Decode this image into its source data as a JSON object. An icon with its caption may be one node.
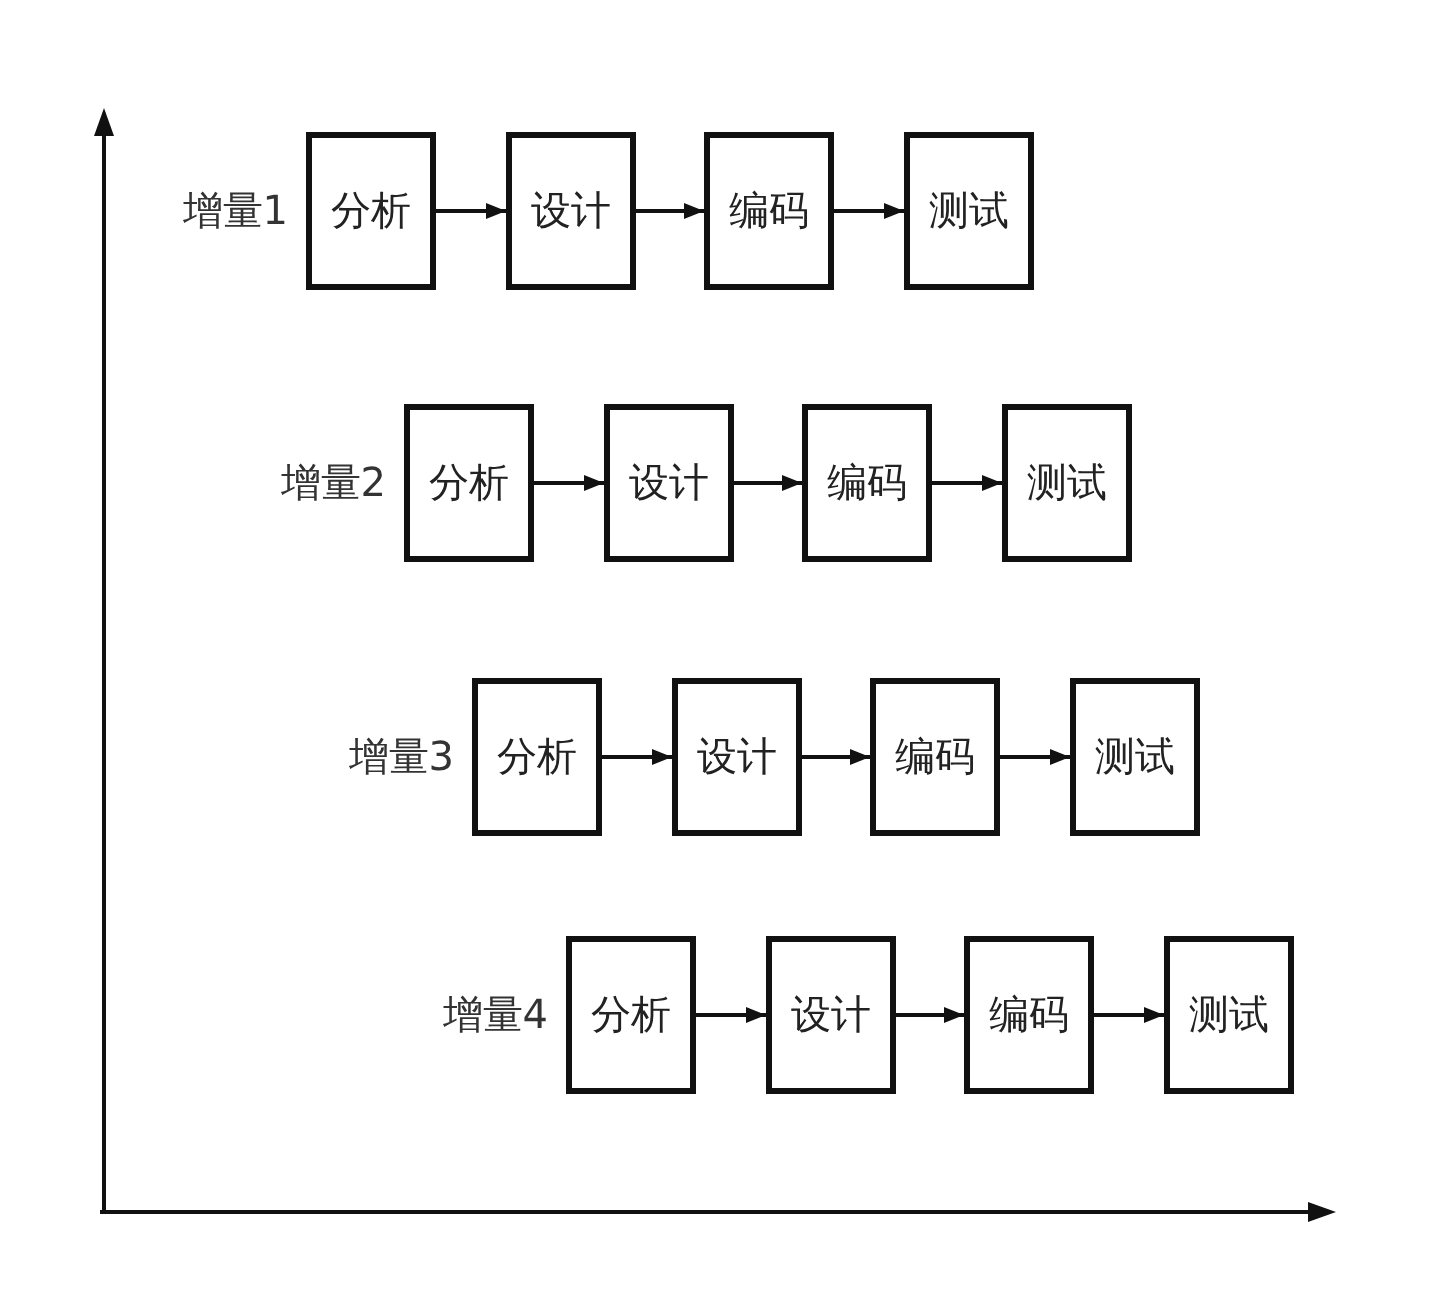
{
  "diagram": {
    "nodes": [
      {
        "text": [
          "分析"
        ]
      },
      {
        "text": [
          "设计"
        ]
      },
      {
        "text": [
          "编码"
        ]
      },
      {
        "text": [
          "测试"
        ]
      },
      {
        "text": [
          "分析"
        ]
      },
      {
        "text": [
          "设计"
        ]
      },
      {
        "text": [
          "编码"
        ]
      },
      {
        "text": [
          "测试"
        ]
      },
      {
        "text": [
          "分析"
        ]
      },
      {
        "text": [
          "设计"
        ]
      },
      {
        "text": [
          "编码"
        ]
      },
      {
        "text": [
          "测试"
        ]
      },
      {
        "text": [
          "分析"
        ]
      },
      {
        "text": [
          "设计"
        ]
      },
      {
        "text": [
          "编码"
        ]
      },
      {
        "text": [
          "测试"
        ]
      }
    ],
    "edges": [
      {
        "from": 0,
        "to": 1,
        "arrow": "to"
      },
      {
        "from": 1,
        "to": 2,
        "arrow": "to"
      },
      {
        "from": 2,
        "to": 3,
        "arrow": "to"
      },
      {
        "from": 4,
        "to": 5,
        "arrow": "to"
      },
      {
        "from": 5,
        "to": 6,
        "arrow": "to"
      },
      {
        "from": 6,
        "to": 7,
        "arrow": "to"
      },
      {
        "from": 8,
        "to": 9,
        "arrow": "to"
      },
      {
        "from": 9,
        "to": 10,
        "arrow": "to"
      },
      {
        "from": 10,
        "to": 11,
        "arrow": "to"
      },
      {
        "from": 12,
        "to": 13,
        "arrow": "to"
      },
      {
        "from": 13,
        "to": 14,
        "arrow": "to"
      },
      {
        "from": 14,
        "to": 15,
        "arrow": "to"
      }
    ],
    "labels": [
      "增量1",
      "增量2",
      "增量3",
      "增量4"
    ]
  }
}
